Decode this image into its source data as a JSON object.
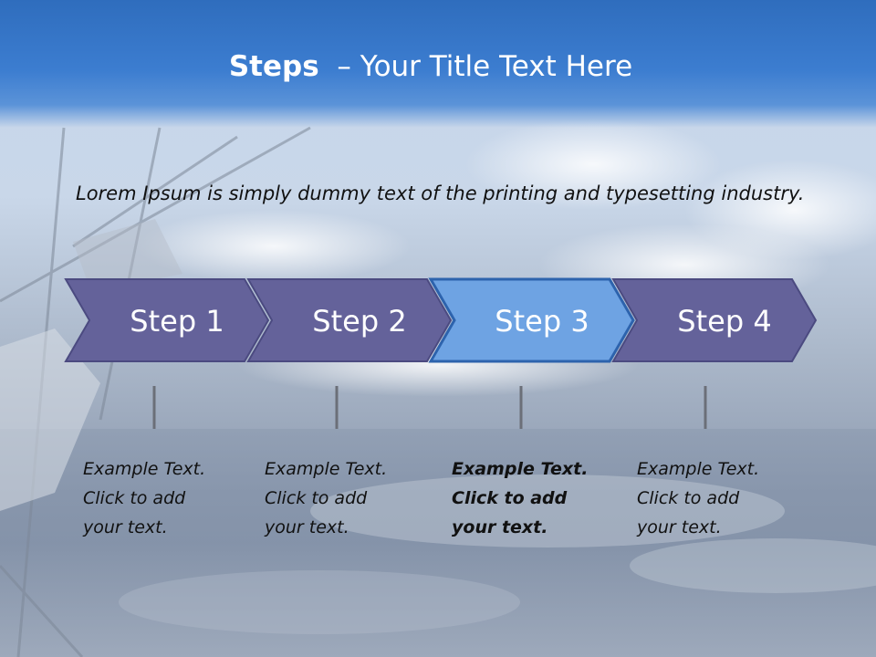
{
  "title": {
    "bold": "Steps",
    "rest": "– Your Title Text Here"
  },
  "intro_text": "Lorem Ipsum is simply dummy text of the printing and typesetting industry.",
  "colors": {
    "header": "#3c7dd0",
    "chevron": "#64629a",
    "chevron_active": "#6ea3e3",
    "chevron_border": "#4b4a80"
  },
  "steps": [
    {
      "label": "Step 1",
      "active": false
    },
    {
      "label": "Step 2",
      "active": false
    },
    {
      "label": "Step 3",
      "active": true
    },
    {
      "label": "Step 4",
      "active": false
    }
  ],
  "notes": [
    {
      "text": "Example Text.\nClick  to add\nyour text.",
      "bold": false
    },
    {
      "text": "Example Text.\nClick  to add\nyour text.",
      "bold": false
    },
    {
      "text": "Example Text.\nClick  to add\nyour text.",
      "bold": true
    },
    {
      "text": "Example Text.\nClick  to add\nyour text.",
      "bold": false
    }
  ]
}
